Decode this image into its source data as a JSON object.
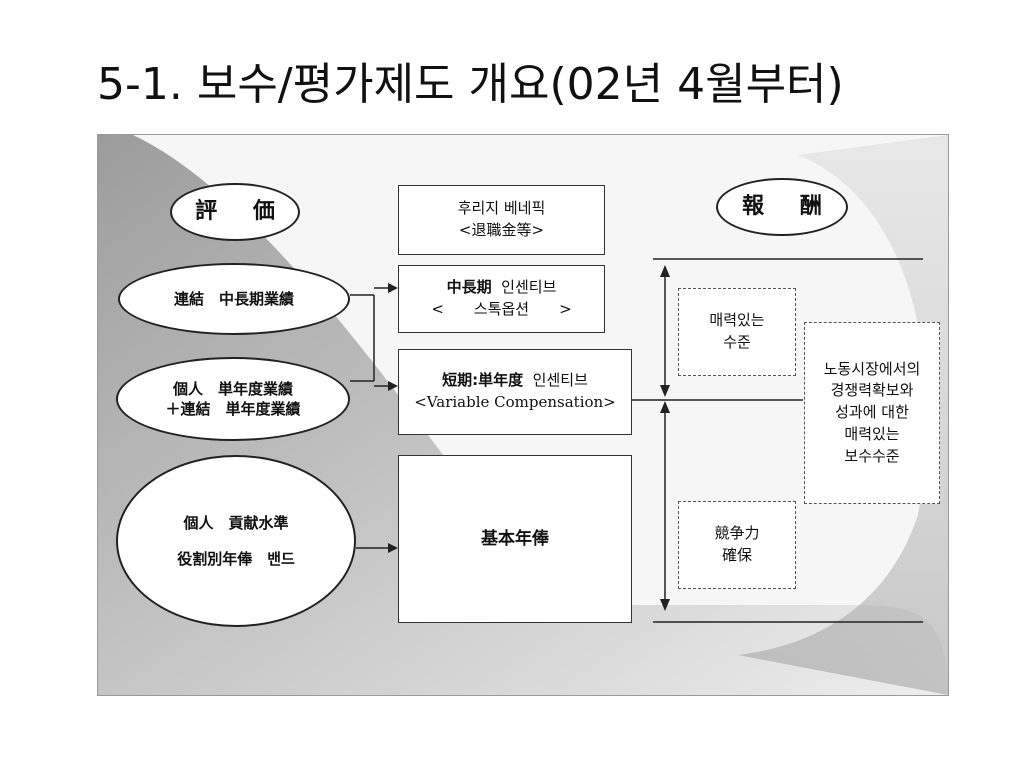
{
  "slide": {
    "title": "5-1. 보수/평가제도 개요(02년 4월부터)"
  },
  "diagram": {
    "left_header": "評 価",
    "right_header": "報 酬",
    "left_items": [
      {
        "lines": [
          "連結　中長期業績"
        ]
      },
      {
        "lines": [
          "個人　単年度業績",
          "＋連結　単年度業績"
        ]
      },
      {
        "lines": [
          "個人　貢献水準",
          "役割別年俸　밴드"
        ]
      }
    ],
    "center_boxes": [
      {
        "line1": "후리지 베네픽",
        "line2": "<退職金等>"
      },
      {
        "line1a": "中長期",
        "line1b": "인센티브",
        "line2": "<　　스톡옵션　　>"
      },
      {
        "line1a": "短期:単年度",
        "line1b": "인센티브",
        "line2": "<Variable Compensation>"
      },
      {
        "line1": "基本年俸"
      }
    ],
    "right_small_boxes": [
      {
        "lines": [
          "매력있는",
          "수준"
        ]
      },
      {
        "lines": [
          "競争力",
          "確保"
        ]
      }
    ],
    "right_summary": {
      "lines": [
        "노동시장에서의",
        "경쟁력확보와",
        "성과에 대한",
        "매력있는",
        "보수수준"
      ]
    }
  }
}
